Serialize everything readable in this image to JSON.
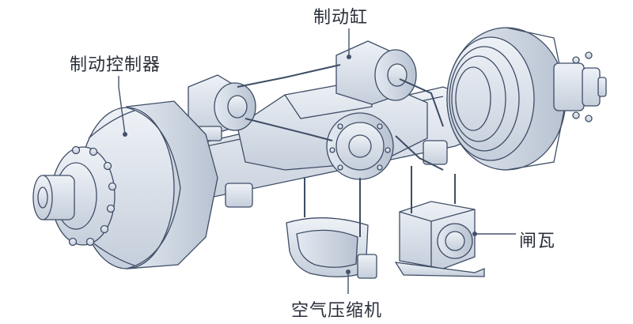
{
  "labels": {
    "brake_controller": "制动控制器",
    "brake_cylinder": "制动缸",
    "brake_shoe": "闸瓦",
    "air_compressor": "空气压缩机"
  },
  "colors": {
    "metal_fill": "#d6dde8",
    "metal_light": "#e9eef5",
    "metal_dark": "#aeb8c7",
    "stroke": "#3e4d66",
    "leader": "#44526b",
    "label_text": "#2a2f3a"
  }
}
